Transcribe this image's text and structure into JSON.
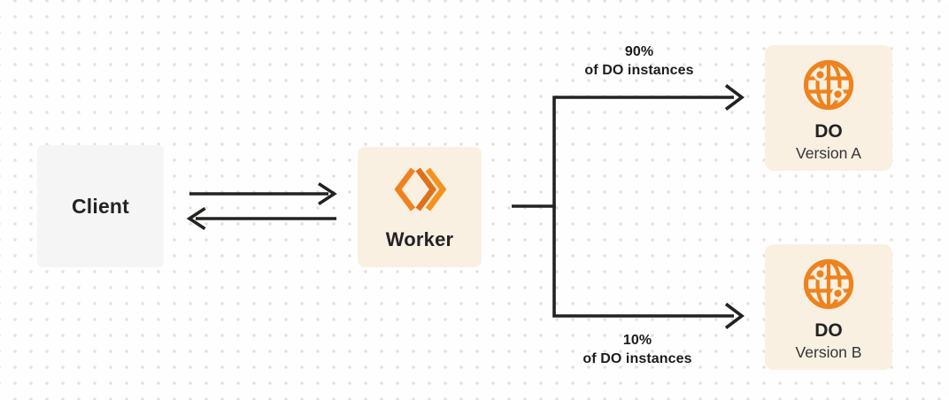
{
  "diagram": {
    "nodes": {
      "client": {
        "label": "Client"
      },
      "worker": {
        "label": "Worker",
        "icon": "cloudflare-workers-logo-icon"
      },
      "do_version_a": {
        "title": "DO",
        "subtitle": "Version A",
        "icon": "durable-object-globe-icon"
      },
      "do_version_b": {
        "title": "DO",
        "subtitle": "Version B",
        "icon": "durable-object-globe-icon"
      }
    },
    "edges": {
      "client_worker": {
        "type": "bidirectional-arrows"
      },
      "split_top": {
        "percent": "90%",
        "caption": "of DO instances",
        "from": "worker",
        "to": "do_version_a"
      },
      "split_bottom": {
        "percent": "10%",
        "caption": "of DO instances",
        "from": "worker",
        "to": "do_version_b"
      }
    },
    "colors": {
      "accent_orange": "#f0811e",
      "accent_orange_dark": "#e0711a",
      "accent_orange_light": "#f5921e",
      "node_cream": "#faf0e1",
      "node_gray": "#f5f5f6",
      "line": "#232220",
      "text": "#232325",
      "dot_grid": "#e3e1de",
      "background": "#fefefe"
    }
  }
}
